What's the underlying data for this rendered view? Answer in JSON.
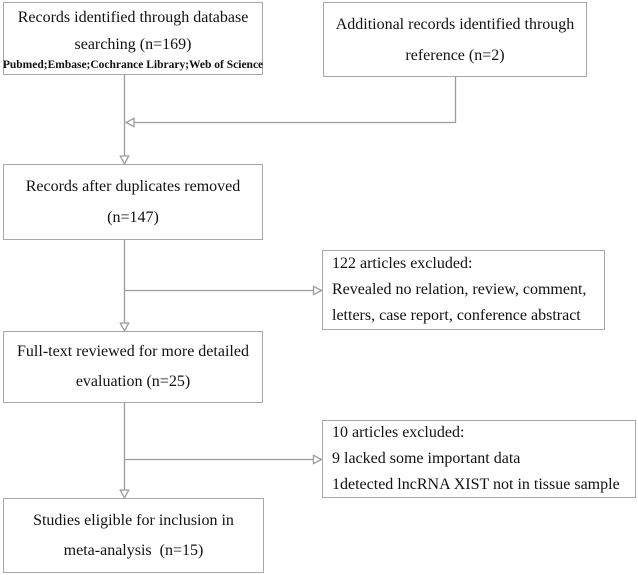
{
  "diagram": {
    "kind": "study-selection-flowchart",
    "colors": {
      "background": "#ffffff",
      "box_border": "#a8a8a8",
      "connector": "#9c9c9c",
      "text": "#111111"
    },
    "boxes": {
      "records_identified": {
        "line1": "Records identified through database",
        "line2": "searching (n=169)",
        "sources": "Pubmed;Embase;Cochrance Library;Web of Science"
      },
      "additional_records": {
        "line1": "Additional records identified through",
        "line2": "reference (n=2)"
      },
      "records_after_duplicates": {
        "line1": "Records after duplicates removed",
        "line2": "(n=147)"
      },
      "excluded_screening": {
        "line1": "122 articles excluded:",
        "line2": "Revealed no relation, review, comment,",
        "line3": "letters, case report, conference abstract"
      },
      "fulltext_review": {
        "line1": "Full-text reviewed for more detailed",
        "line2": "evaluation (n=25)"
      },
      "excluded_fulltext": {
        "line1": "10 articles excluded:",
        "line2": "9 lacked some important data",
        "line3": "1detected lncRNA XIST not in tissue sample"
      },
      "included": {
        "line1": "Studies eligible for inclusion in",
        "line2": "meta-analysis  (n=15)"
      }
    },
    "connections": [
      {
        "from": "records_identified",
        "to": "records_after_duplicates",
        "arrowhead": "open"
      },
      {
        "from": "additional_records",
        "to": "main_line_between_identified_and_duplicates",
        "arrowhead": "open"
      },
      {
        "from": "records_after_duplicates",
        "to": "fulltext_review",
        "arrowhead": "open"
      },
      {
        "from": "main_line_between_duplicates_and_fulltext",
        "to": "excluded_screening",
        "arrowhead": "open"
      },
      {
        "from": "fulltext_review",
        "to": "included",
        "arrowhead": "open"
      },
      {
        "from": "main_line_between_fulltext_and_included",
        "to": "excluded_fulltext",
        "arrowhead": "open"
      }
    ]
  }
}
